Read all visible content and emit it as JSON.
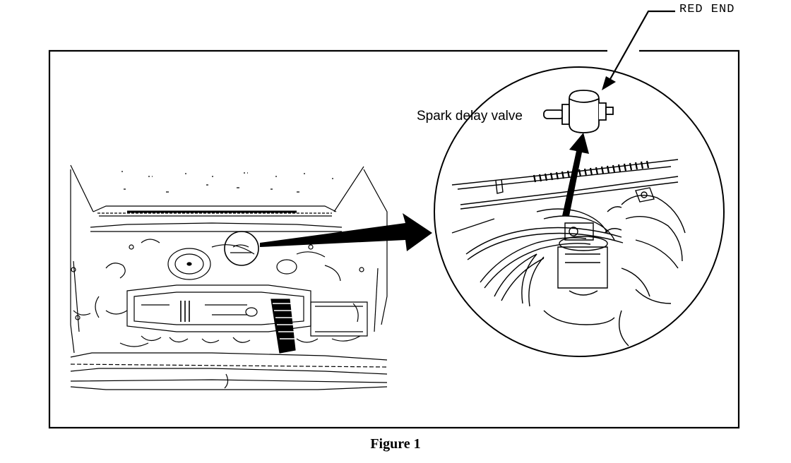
{
  "figure": {
    "caption": "Figure 1",
    "callouts": {
      "red_end": "RED END",
      "spark_delay_valve": "Spark delay valve"
    }
  }
}
